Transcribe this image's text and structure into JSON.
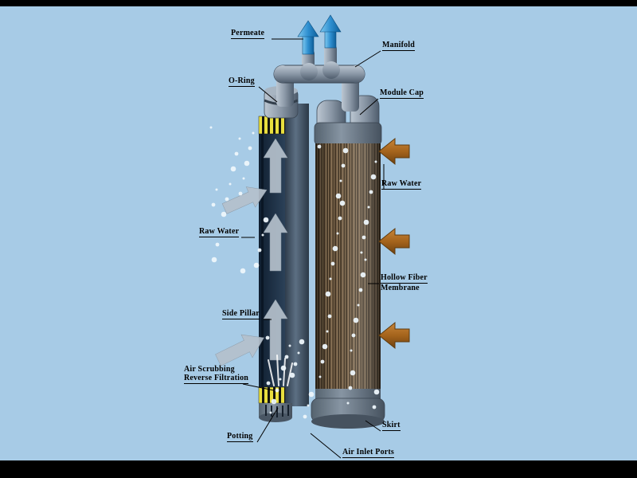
{
  "labels": {
    "permeate": "Permeate",
    "manifold": "Manifold",
    "o_ring": "O-Ring",
    "module_cap": "Module Cap",
    "raw_water_right": "Raw Water",
    "raw_water_left": "Raw Water",
    "hollow_fiber_line1": "Hollow Fiber",
    "hollow_fiber_line2": "Membrane",
    "side_pillar": "Side Pillar",
    "air_scrubbing_line1": "Air Scrubbing",
    "air_scrubbing_line2": "Reverse Filtration",
    "skirt": "Skirt",
    "potting": "Potting",
    "air_inlet_ports": "Air Inlet Ports"
  },
  "colors": {
    "sky": "#a7cbe6",
    "permeate_arrow": "#2e8fd0",
    "raw_water_arrow": "#a5641c",
    "flow_arrow": "#b5c1cc",
    "potting_resin": "#e9df3e",
    "fiber_light": "#8b7457",
    "fiber_dark": "#4a3b29",
    "pipe_gray": "#8a97a6",
    "label_text": "#000000"
  }
}
